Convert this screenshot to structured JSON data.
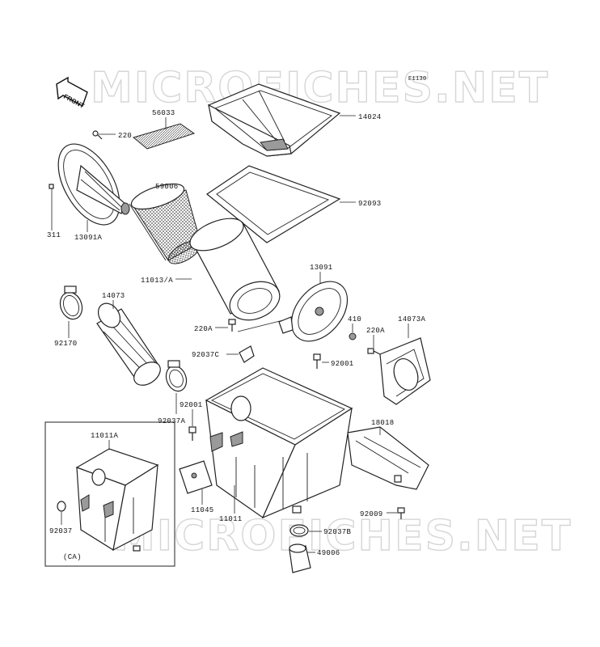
{
  "diagram": {
    "code": "E1130",
    "front_label": "FRONT",
    "watermark": "MICROFICHES.NET",
    "inset_label": "(CA)"
  },
  "parts": {
    "p220": "220",
    "p56033": "56033",
    "p14024": "14024",
    "p13091A": "13091A",
    "p311": "311",
    "p59006": "59006",
    "p92093": "92093",
    "p11013A": "11013/A",
    "p13091": "13091",
    "p14073": "14073",
    "p92170": "92170",
    "p220A_1": "220A",
    "p92037C": "92037C",
    "p410": "410",
    "p220A_2": "220A",
    "p14073A": "14073A",
    "p92001_1": "92001",
    "p92001_2": "92001",
    "p92037A": "92037A",
    "p11011A": "11011A",
    "p18018": "18018",
    "p11045": "11045",
    "p11011": "11011",
    "p92037": "92037",
    "p92009": "92009",
    "p92037B": "92037B",
    "p49006": "49006"
  }
}
